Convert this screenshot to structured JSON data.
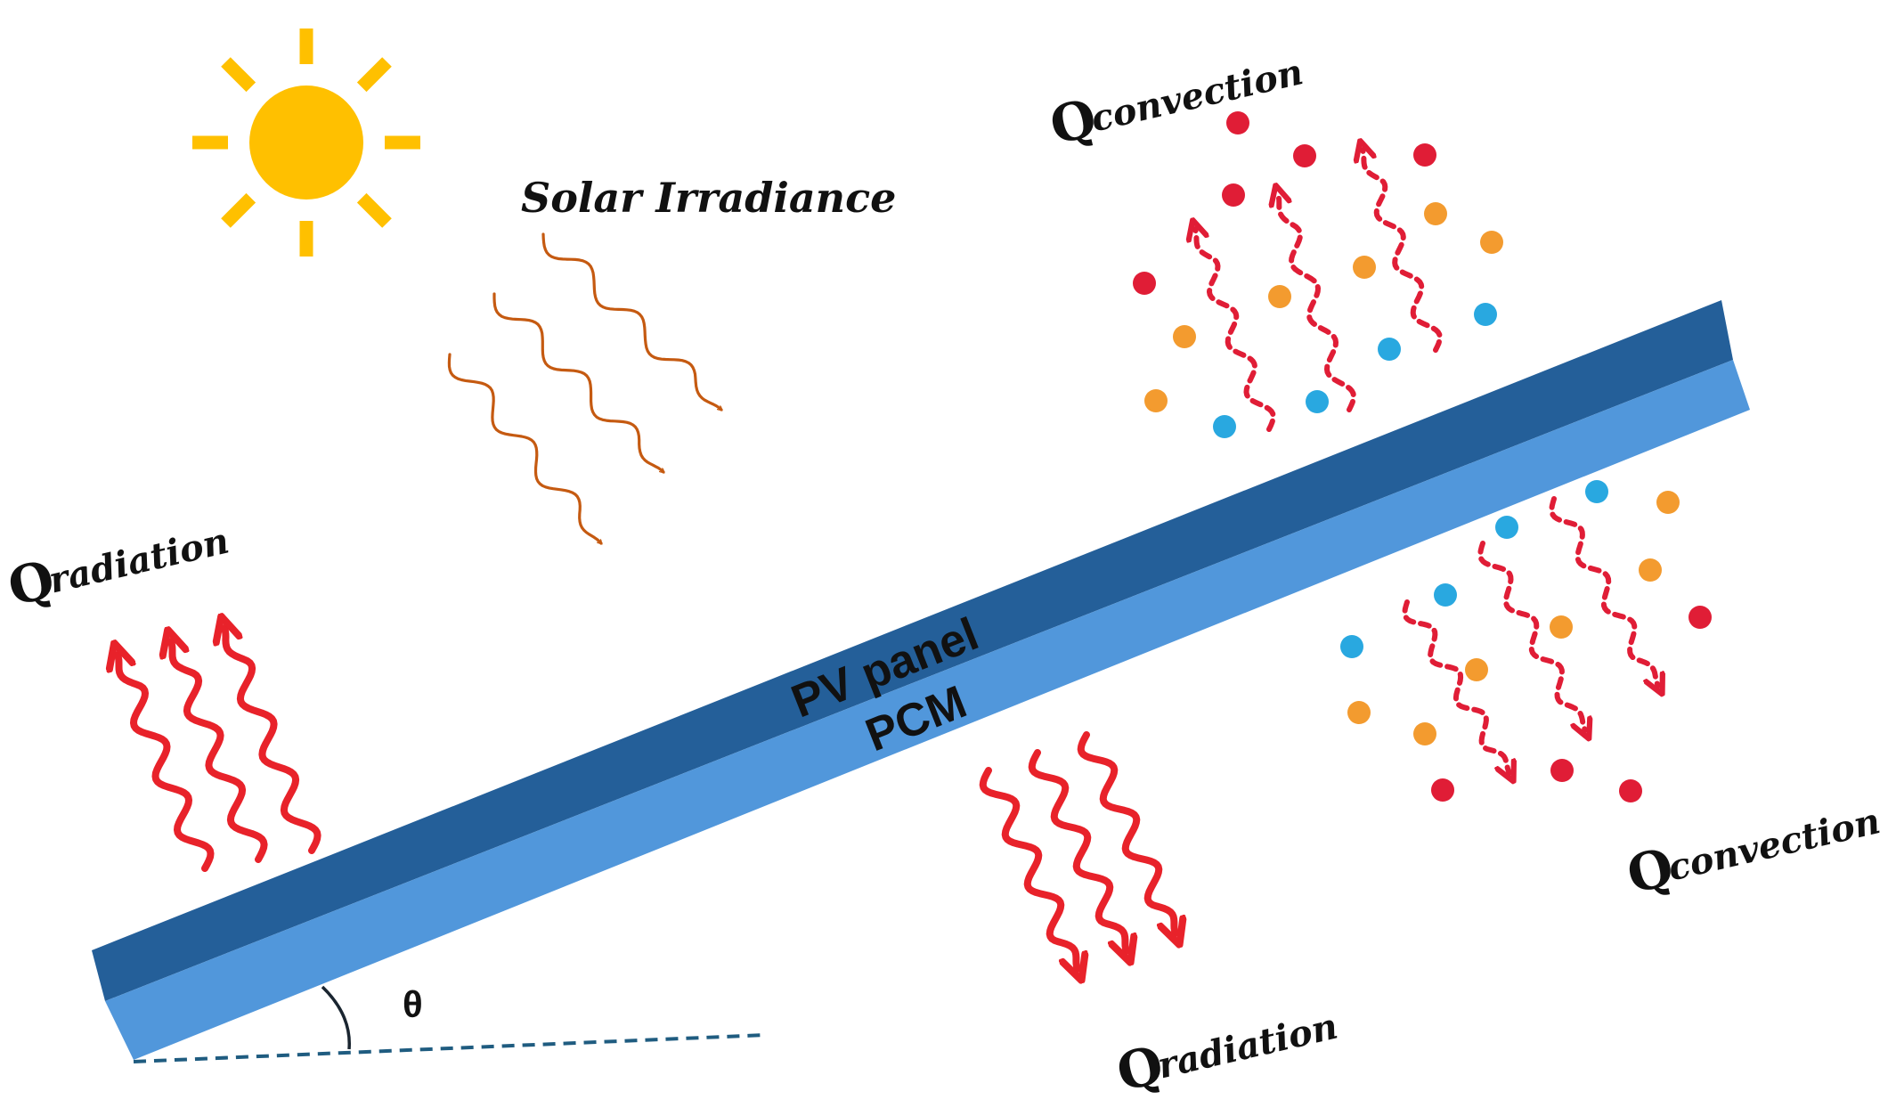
{
  "labels": {
    "solar": "Solar Irradiance",
    "pv_panel": "PV panel",
    "pcm": "PCM",
    "theta": "θ",
    "q": "Q",
    "sub_convection": "convection",
    "sub_radiation": "radiation"
  },
  "icons": [
    "sun-icon",
    "solar-wave-arrow",
    "heat-wave-arrow",
    "convection-dashed-arrow",
    "air-particle"
  ],
  "colors": {
    "sun": "#FFC000",
    "solar_arrow": "#C55A11",
    "heat_arrow": "#E8222A",
    "pv_layer": "#245F99",
    "pcm_layer": "#5197DB",
    "particle_red": "#E01D36",
    "particle_orange": "#F39B2F",
    "particle_blue": "#29A8E0",
    "angle_line": "#1F5C80"
  }
}
